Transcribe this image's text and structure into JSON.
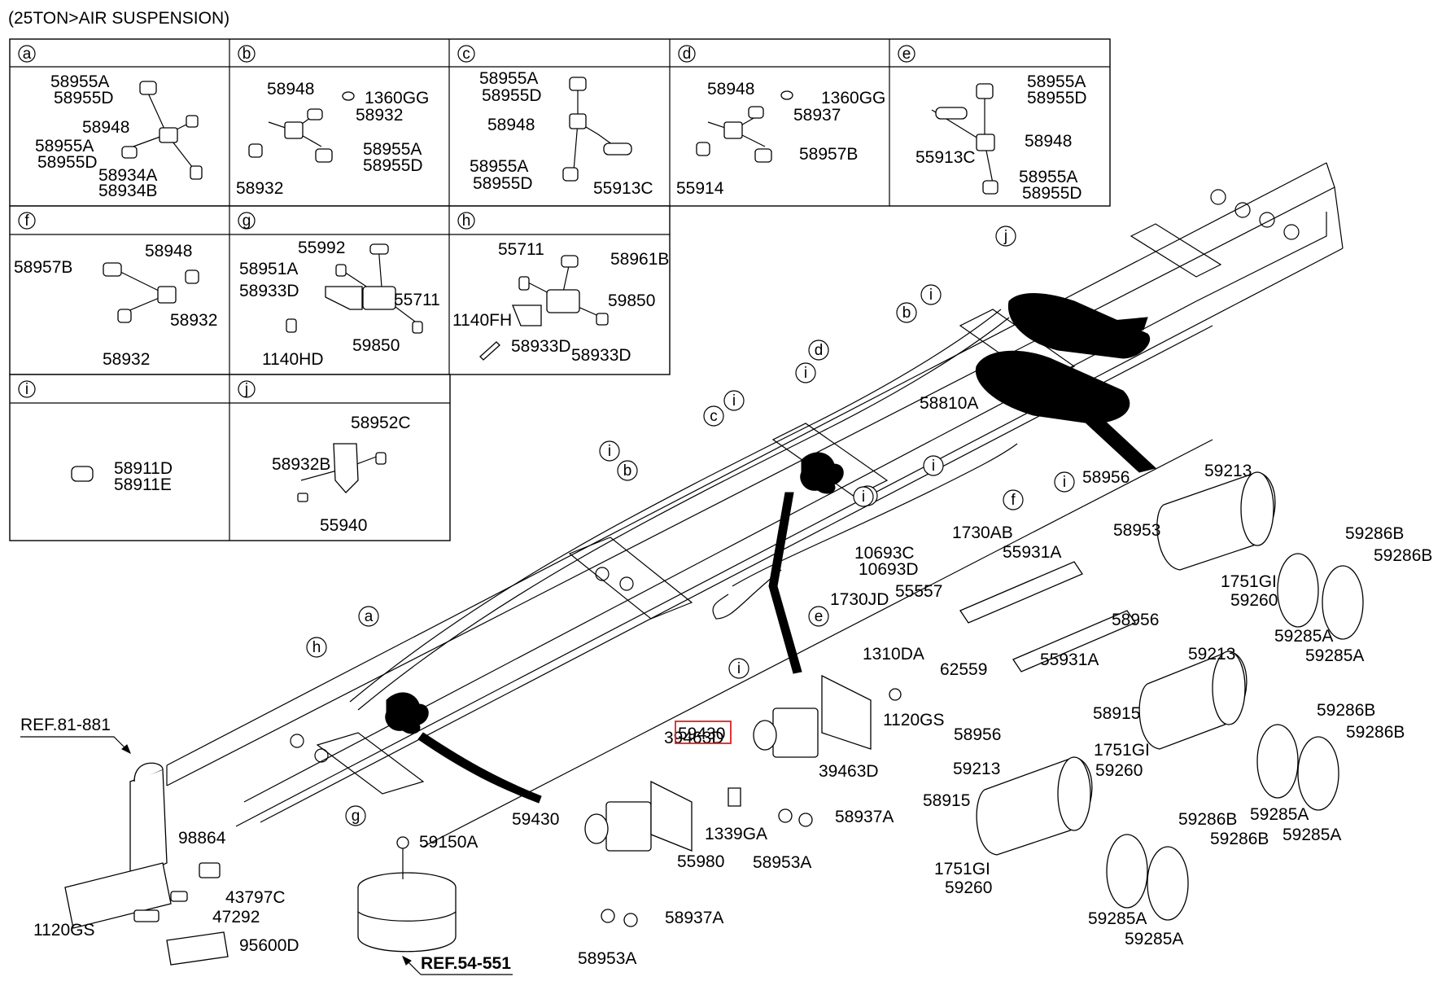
{
  "title": "(25TON>AIR SUSPENSION)",
  "detail_boxes": [
    {
      "letter": "a",
      "labels": [
        "58955A",
        "58955D",
        "58948",
        "58955A",
        "58955D",
        "58934A",
        "58934B"
      ]
    },
    {
      "letter": "b",
      "labels": [
        "58948",
        "1360GG",
        "58932",
        "58955A",
        "58955D",
        "58932"
      ]
    },
    {
      "letter": "c",
      "labels": [
        "58955A",
        "58955D",
        "58948",
        "58955A",
        "58955D",
        "55913C"
      ]
    },
    {
      "letter": "d",
      "labels": [
        "58948",
        "1360GG",
        "58937",
        "58957B",
        "55914"
      ]
    },
    {
      "letter": "e",
      "labels": [
        "58955A",
        "58955D",
        "55913C",
        "58948",
        "58955A",
        "58955D"
      ]
    },
    {
      "letter": "f",
      "labels": [
        "58957B",
        "58948",
        "58932",
        "58932"
      ]
    },
    {
      "letter": "g",
      "labels": [
        "55992",
        "58951A",
        "58933D",
        "55711",
        "1140HD",
        "59850"
      ]
    },
    {
      "letter": "h",
      "labels": [
        "55711",
        "58961B",
        "59850",
        "1140FH",
        "58933D",
        "58933D"
      ]
    },
    {
      "letter": "i",
      "labels": [
        "58911D",
        "58911E"
      ]
    },
    {
      "letter": "j",
      "labels": [
        "58952C",
        "58932B",
        "55940"
      ]
    }
  ],
  "main_labels": [
    "58810A",
    "58956",
    "59213",
    "58953",
    "10693C",
    "10693D",
    "1730AB",
    "1730JD",
    "55931A",
    "55557",
    "1751GI",
    "59260",
    "59286B",
    "59286B",
    "59285A",
    "59285A",
    "62559",
    "55931A",
    "58956",
    "59213",
    "1310DA",
    "1120GS",
    "58915",
    "1751GI",
    "59260",
    "59286B",
    "59286B",
    "59430",
    "39463D",
    "59285A",
    "59285A",
    "58956",
    "59213",
    "39463D",
    "58915",
    "58937A",
    "59430",
    "1339GA",
    "55980",
    "58953A",
    "1751GI",
    "59260",
    "59286B",
    "59286B",
    "59285A",
    "59285A",
    "98864",
    "43797C",
    "47292",
    "1120GS",
    "95600D",
    "59150A",
    "58937A",
    "58953A"
  ],
  "callouts": [
    "j",
    "b",
    "i",
    "d",
    "i",
    "c",
    "i",
    "i",
    "b",
    "i",
    "f",
    "i",
    "i",
    "e",
    "i",
    "a",
    "h",
    "g",
    "i"
  ],
  "references": [
    "REF.81-881",
    "REF.54-551"
  ],
  "highlighted_part": "59430"
}
